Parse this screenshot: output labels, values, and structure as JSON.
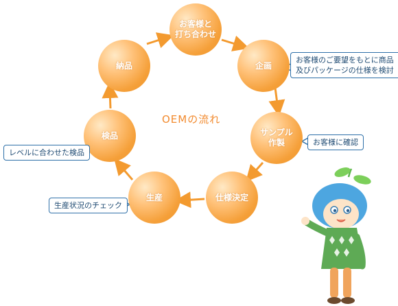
{
  "title": "OEMの流れ",
  "steps": [
    {
      "id": "consult",
      "label": "お客様と\n打ち合わせ"
    },
    {
      "id": "plan",
      "label": "企画"
    },
    {
      "id": "sample",
      "label": "サンプル\n作製"
    },
    {
      "id": "spec",
      "label": "仕様決定"
    },
    {
      "id": "production",
      "label": "生産"
    },
    {
      "id": "inspection",
      "label": "検品"
    },
    {
      "id": "delivery",
      "label": "納品"
    }
  ],
  "callouts": {
    "plan": "お客様のご要望をもとに商品\n及びパッケージの仕様を検討",
    "sample": "お客様に確認",
    "production": "生産状況のチェック",
    "inspection": "レベルに合わせた検品"
  },
  "colors": {
    "node": "#f5a03a",
    "arrow": "#f39a2f",
    "callout_border": "#2d6fa8",
    "title": "#f28a2e"
  }
}
